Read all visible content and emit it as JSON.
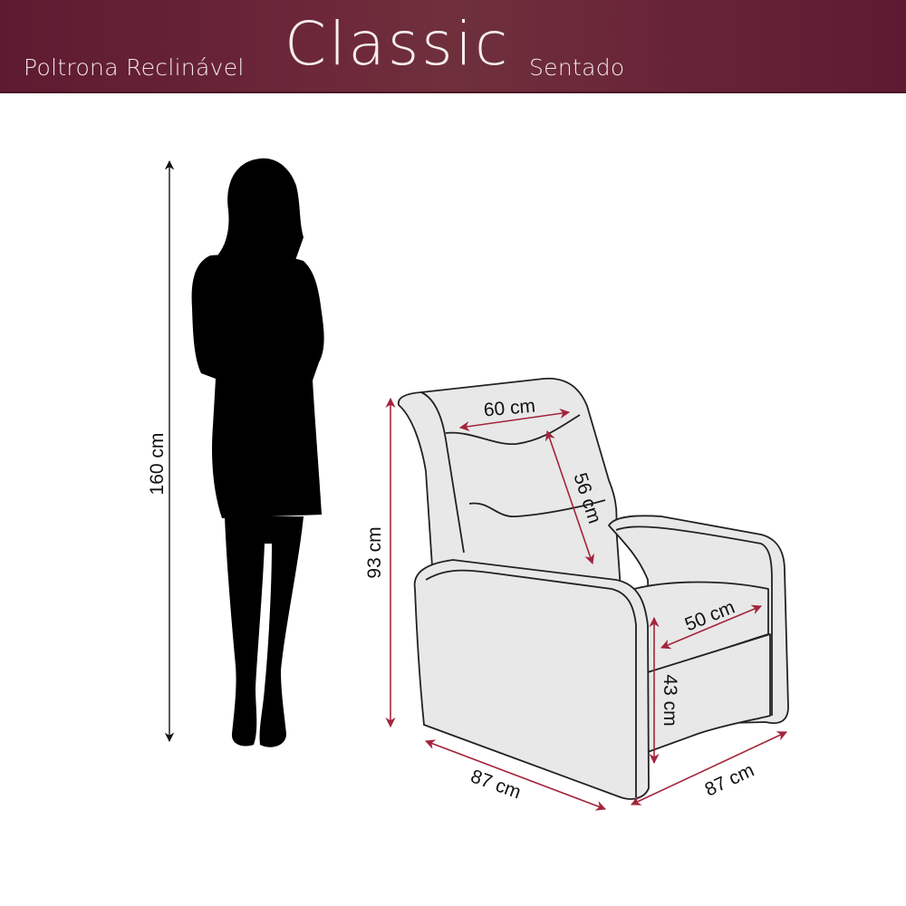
{
  "header": {
    "product_type": "Poltrona Reclinável",
    "model_name": "Classic",
    "position": "Sentado",
    "colors": {
      "gradient_start": "#5e1a30",
      "gradient_mid": "#6f303c",
      "text": "#f3e6ea"
    }
  },
  "figure": {
    "person_height": "160 cm",
    "person_silhouette": "woman-silhouette"
  },
  "dimensions": {
    "total_height": "93 cm",
    "backrest_width": "60 cm",
    "backrest_height": "56 cm",
    "seat_depth": "50 cm",
    "seat_height": "43 cm",
    "front_width": "87 cm",
    "side_depth": "87 cm"
  },
  "colors": {
    "dimension_arrow": "#a3243b",
    "chair_fill": "#e8e8e8",
    "chair_outline": "#222222"
  }
}
